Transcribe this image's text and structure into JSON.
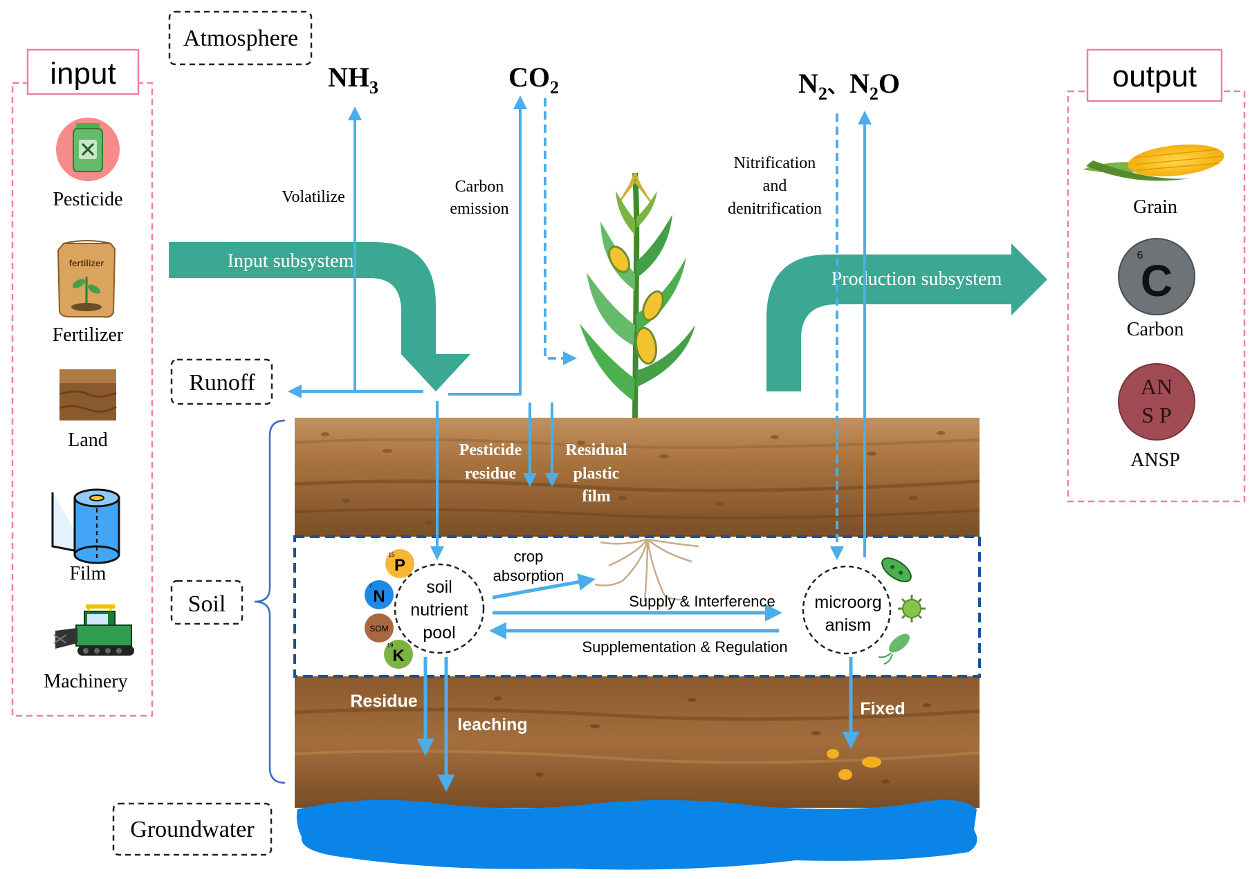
{
  "atmosphere": {
    "label": "Atmosphere"
  },
  "input": {
    "title": "input",
    "items": [
      {
        "label": "Pesticide",
        "icon": "pesticide-bottle-icon"
      },
      {
        "label": "Fertilizer",
        "icon": "fertilizer-bag-icon"
      },
      {
        "label": "Land",
        "icon": "land-soil-icon"
      },
      {
        "label": "Film",
        "icon": "plastic-film-roll-icon"
      },
      {
        "label": "Machinery",
        "icon": "harvester-machinery-icon"
      }
    ],
    "fertilizer_bag_text": "fertilizer"
  },
  "output": {
    "title": "output",
    "items": [
      {
        "label": "Grain",
        "icon": "corn-cob-icon"
      },
      {
        "label": "Carbon",
        "icon": "carbon-element-icon",
        "symbol": "C",
        "number": "6"
      },
      {
        "label": "ANSP",
        "icon": "ansp-badge-icon",
        "line1": "AN",
        "line2": "S P"
      }
    ]
  },
  "gases": {
    "nh3": {
      "main": "NH",
      "sub": "3"
    },
    "co2": {
      "main": "CO",
      "sub": "2"
    },
    "n2": {
      "main": "N",
      "sub": "2",
      "sep": "、"
    },
    "n2o": {
      "a": "N",
      "sub": "2",
      "b": "O"
    }
  },
  "flows": {
    "volatilize": "Volatilize",
    "carbon_emission": [
      "Carbon",
      "emission"
    ],
    "nitrification": [
      "Nitrification",
      "and",
      "denitrification"
    ],
    "input_subsystem": "Input subsystem",
    "production_subsystem": "Production subsystem",
    "pesticide_residue": [
      "Pesticide",
      "residue"
    ],
    "residual_plastic_film": [
      "Residual",
      "plastic",
      "film"
    ],
    "crop_absorption": [
      "crop",
      "absorption"
    ],
    "supply_interference": "Supply & Interference",
    "supplementation_regulation": "Supplementation & Regulation",
    "residue": "Residue",
    "leaching": "leaching",
    "fixed": "Fixed"
  },
  "zones": {
    "runoff": "Runoff",
    "soil": "Soil",
    "groundwater": "Groundwater"
  },
  "pool": {
    "lines": [
      "soil",
      "nutrient",
      "pool"
    ],
    "nutrients": [
      {
        "symbol": "P",
        "number": "15",
        "color": "#f7b733"
      },
      {
        "symbol": "N",
        "number": "7",
        "color": "#1e88e5"
      },
      {
        "symbol": "SOM",
        "number": "",
        "color": "#a9683f"
      },
      {
        "symbol": "K",
        "number": "19",
        "color": "#7cb342"
      }
    ]
  },
  "microorganism": {
    "lines": [
      "microorg",
      "anism"
    ]
  },
  "colors": {
    "flow_arrow": "#4baeea",
    "subsystem_arrow": "#3aa893",
    "panel_border": "#f27fa0",
    "soil_top": "#b88656",
    "soil_dark": "#7a4d25",
    "water": "#0a84e6",
    "pool_border": "#1f4f9a"
  }
}
